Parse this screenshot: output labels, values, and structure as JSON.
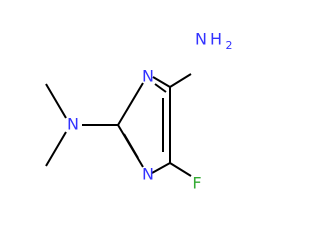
{
  "molecule": {
    "atoms": {
      "n_ring_top": "N",
      "n_ring_bottom": "N",
      "n_dimethyl": "N",
      "fluorine": "F",
      "amine_n": "N",
      "amine_h": "H",
      "amine_subscript": "2"
    },
    "colors": {
      "bond": "#000000",
      "nitrogen": "#3333ff",
      "fluorine": "#33aa33"
    }
  }
}
